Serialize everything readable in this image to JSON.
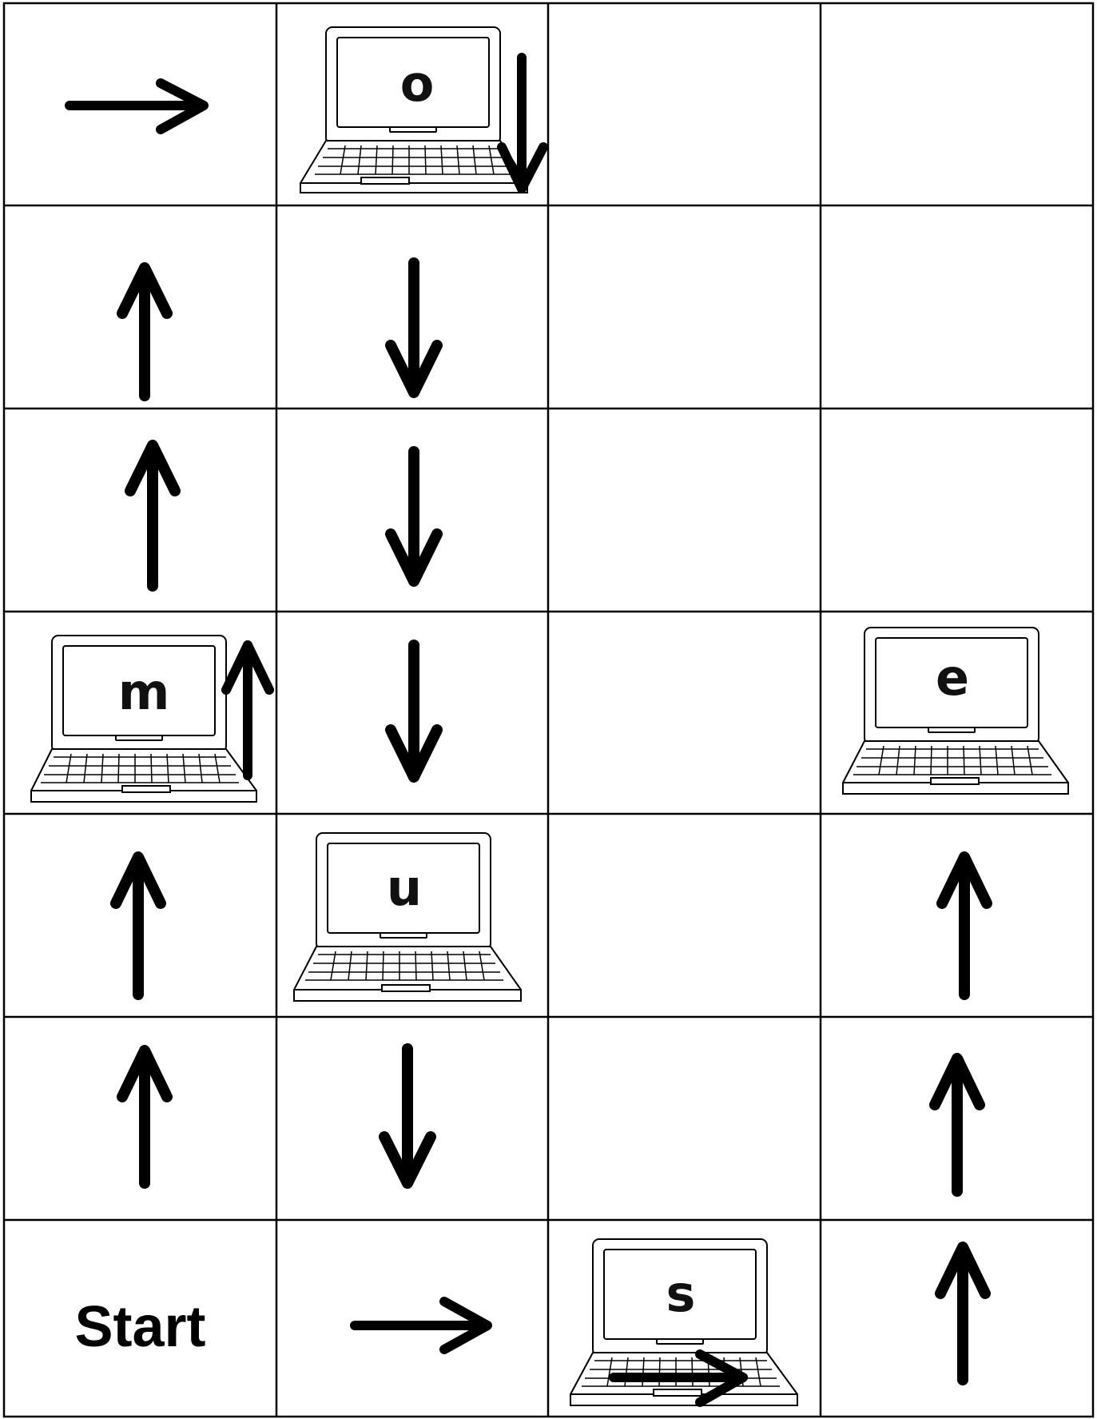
{
  "board": {
    "start_label": "Start",
    "rows": [
      [
        {
          "icon": "arrow-right-icon"
        },
        {
          "icon": "laptop-icon",
          "letter": "o",
          "overlay": "arrow-down-icon"
        },
        {
          "icon": "empty"
        },
        {
          "icon": "empty"
        }
      ],
      [
        {
          "icon": "arrow-up-icon"
        },
        {
          "icon": "arrow-down-icon"
        },
        {
          "icon": "empty"
        },
        {
          "icon": "empty"
        }
      ],
      [
        {
          "icon": "arrow-up-icon"
        },
        {
          "icon": "arrow-down-icon"
        },
        {
          "icon": "empty"
        },
        {
          "icon": "empty"
        }
      ],
      [
        {
          "icon": "laptop-icon",
          "letter": "m",
          "overlay": "arrow-up-icon"
        },
        {
          "icon": "arrow-down-icon"
        },
        {
          "icon": "empty"
        },
        {
          "icon": "laptop-icon",
          "letter": "e"
        }
      ],
      [
        {
          "icon": "arrow-up-icon"
        },
        {
          "icon": "laptop-icon",
          "letter": "u"
        },
        {
          "icon": "empty"
        },
        {
          "icon": "arrow-up-icon"
        }
      ],
      [
        {
          "icon": "arrow-up-icon"
        },
        {
          "icon": "arrow-down-icon"
        },
        {
          "icon": "empty"
        },
        {
          "icon": "arrow-up-icon"
        }
      ],
      [
        {
          "icon": "start-label"
        },
        {
          "icon": "arrow-right-icon"
        },
        {
          "icon": "laptop-icon",
          "letter": "s",
          "overlay": "arrow-right-icon"
        },
        {
          "icon": "arrow-up-icon"
        }
      ]
    ],
    "laptop_letters": {
      "r0c1": "o",
      "r3c0": "m",
      "r3c3": "e",
      "r4c1": "u",
      "r6c2": "s"
    }
  }
}
